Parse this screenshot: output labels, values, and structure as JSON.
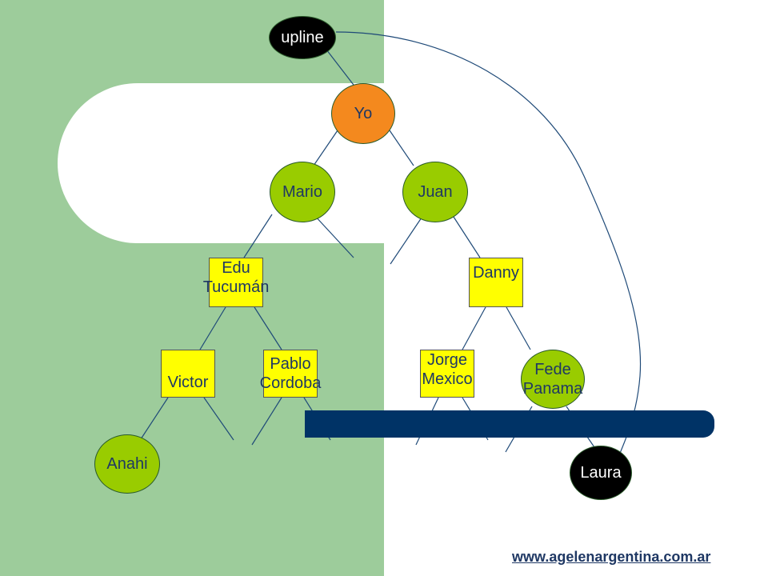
{
  "colors": {
    "panel_green": "#9dcc9b",
    "white": "#ffffff",
    "node_orange": "#f4891e",
    "node_green": "#99cc00",
    "node_yellow": "#ffff00",
    "node_black": "#000000",
    "bar_navy": "#003366",
    "line": "#1f4a78",
    "text_dark": "#1f3864",
    "text_white": "#ffffff"
  },
  "nodes": {
    "upline": "upline",
    "yo": "Yo",
    "mario": "Mario",
    "juan": "Juan",
    "edu": "Edu\nTucumán",
    "danny": "Danny",
    "victor": "Victor",
    "pablo": "Pablo\nCordoba",
    "jorge": "Jorge\nMexico",
    "fede": "Fede\nPanama",
    "anahi": "Anahi",
    "laura": "Laura"
  },
  "footer": {
    "url": "www.agelenargentina.com.ar"
  }
}
